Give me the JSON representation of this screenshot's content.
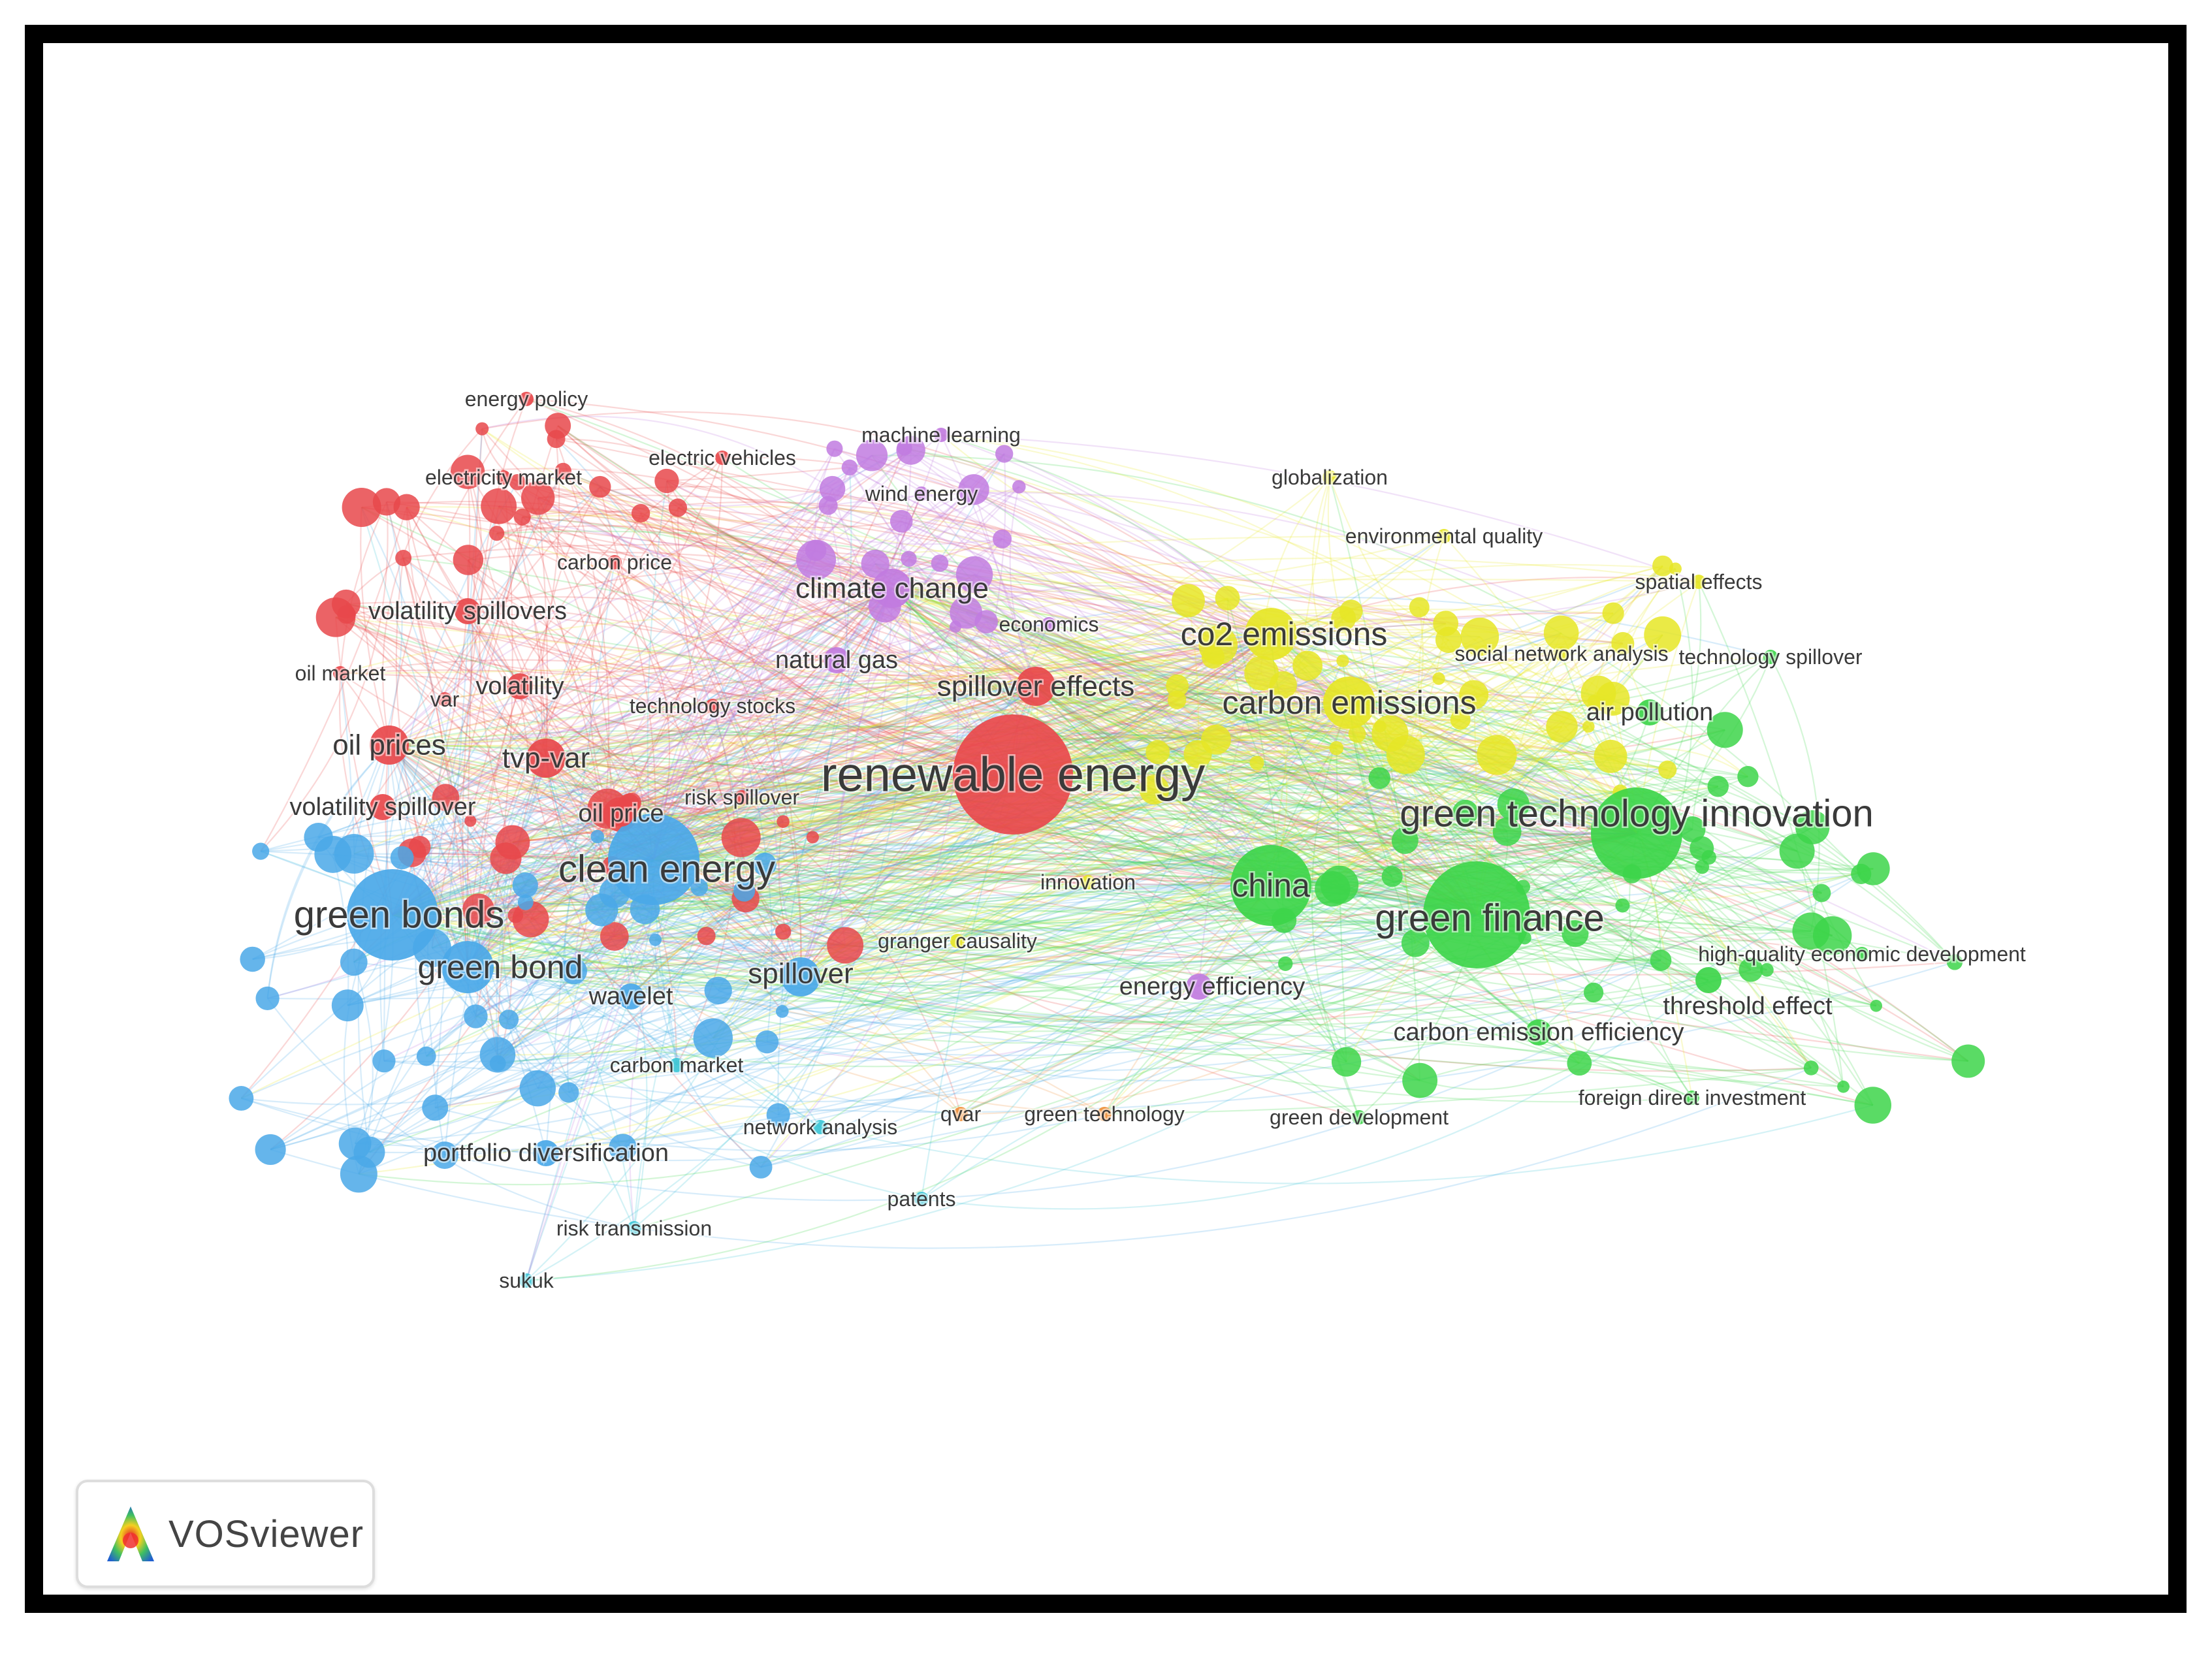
{
  "app": {
    "name": "VOSviewer",
    "logo_icon": "vosviewer-logo-icon"
  },
  "colors": {
    "red": "#e8484b",
    "blue": "#4aa8e8",
    "green": "#3dd54a",
    "yellow": "#e6e626",
    "purple": "#c17be0",
    "orange": "#f0903a",
    "cyan": "#3cc6d6"
  },
  "network": {
    "nodes": [
      {
        "id": "renewable-energy",
        "label": "renewable energy",
        "cluster": "red",
        "weight": 10
      },
      {
        "id": "green-finance",
        "label": "green finance",
        "cluster": "green",
        "weight": 7
      },
      {
        "id": "green-technology-innovation",
        "label": "green technology innovation",
        "cluster": "green",
        "weight": 6
      },
      {
        "id": "green-bonds",
        "label": "green bonds",
        "cluster": "blue",
        "weight": 6
      },
      {
        "id": "clean-energy",
        "label": "clean energy",
        "cluster": "blue",
        "weight": 6
      },
      {
        "id": "china",
        "label": "china",
        "cluster": "green",
        "weight": 5
      },
      {
        "id": "green-bond",
        "label": "green bond",
        "cluster": "blue",
        "weight": 4
      },
      {
        "id": "co2-emissions",
        "label": "co2 emissions",
        "cluster": "yellow",
        "weight": 4
      },
      {
        "id": "carbon-emissions",
        "label": "carbon emissions",
        "cluster": "yellow",
        "weight": 4
      },
      {
        "id": "climate-change",
        "label": "climate change",
        "cluster": "purple",
        "weight": 3
      },
      {
        "id": "spillover-effects",
        "label": "spillover effects",
        "cluster": "red",
        "weight": 3
      },
      {
        "id": "spillover",
        "label": "spillover",
        "cluster": "blue",
        "weight": 3
      },
      {
        "id": "oil-prices",
        "label": "oil prices",
        "cluster": "red",
        "weight": 3
      },
      {
        "id": "tvp-var",
        "label": "tvp-var",
        "cluster": "red",
        "weight": 3
      },
      {
        "id": "volatility",
        "label": "volatility",
        "cluster": "red",
        "weight": 2
      },
      {
        "id": "volatility-spillovers",
        "label": "volatility spillovers",
        "cluster": "red",
        "weight": 2
      },
      {
        "id": "volatility-spillover",
        "label": "volatility spillover",
        "cluster": "red",
        "weight": 2
      },
      {
        "id": "oil-price",
        "label": "oil price",
        "cluster": "red",
        "weight": 2
      },
      {
        "id": "oil-market",
        "label": "oil market",
        "cluster": "red",
        "weight": 1
      },
      {
        "id": "var",
        "label": "var",
        "cluster": "red",
        "weight": 1
      },
      {
        "id": "technology-stocks",
        "label": "technology stocks",
        "cluster": "red",
        "weight": 1
      },
      {
        "id": "risk-spillover",
        "label": "risk spillover",
        "cluster": "red",
        "weight": 1
      },
      {
        "id": "carbon-price",
        "label": "carbon price",
        "cluster": "red",
        "weight": 1
      },
      {
        "id": "electricity-market",
        "label": "electricity market",
        "cluster": "red",
        "weight": 1
      },
      {
        "id": "electric-vehicles",
        "label": "electric vehicles",
        "cluster": "red",
        "weight": 1
      },
      {
        "id": "energy-policy",
        "label": "energy policy",
        "cluster": "red",
        "weight": 1
      },
      {
        "id": "machine-learning",
        "label": "machine learning",
        "cluster": "purple",
        "weight": 1
      },
      {
        "id": "wind-energy",
        "label": "wind energy",
        "cluster": "purple",
        "weight": 1
      },
      {
        "id": "natural-gas",
        "label": "natural gas",
        "cluster": "purple",
        "weight": 2
      },
      {
        "id": "economics",
        "label": "economics",
        "cluster": "purple",
        "weight": 1
      },
      {
        "id": "energy-efficiency",
        "label": "energy efficiency",
        "cluster": "purple",
        "weight": 2
      },
      {
        "id": "globalization",
        "label": "globalization",
        "cluster": "yellow",
        "weight": 1
      },
      {
        "id": "environmental-quality",
        "label": "environmental quality",
        "cluster": "yellow",
        "weight": 1
      },
      {
        "id": "spatial-effects",
        "label": "spatial effects",
        "cluster": "yellow",
        "weight": 1
      },
      {
        "id": "social-network-analysis",
        "label": "social network analysis",
        "cluster": "yellow",
        "weight": 1
      },
      {
        "id": "technology-spillover",
        "label": "technology spillover",
        "cluster": "green",
        "weight": 1
      },
      {
        "id": "air-pollution",
        "label": "air pollution",
        "cluster": "green",
        "weight": 2
      },
      {
        "id": "innovation",
        "label": "innovation",
        "cluster": "yellow",
        "weight": 1
      },
      {
        "id": "granger-causality",
        "label": "granger causality",
        "cluster": "yellow",
        "weight": 1
      },
      {
        "id": "high-quality-economic-development",
        "label": "high-quality economic development",
        "cluster": "green",
        "weight": 1
      },
      {
        "id": "threshold-effect",
        "label": "threshold effect",
        "cluster": "green",
        "weight": 2
      },
      {
        "id": "carbon-emission-efficiency",
        "label": "carbon emission efficiency",
        "cluster": "green",
        "weight": 2
      },
      {
        "id": "foreign-direct-investment",
        "label": "foreign direct investment",
        "cluster": "green",
        "weight": 1
      },
      {
        "id": "green-development",
        "label": "green development",
        "cluster": "green",
        "weight": 1
      },
      {
        "id": "green-technology",
        "label": "green technology",
        "cluster": "orange",
        "weight": 1
      },
      {
        "id": "qvar",
        "label": "qvar",
        "cluster": "orange",
        "weight": 1
      },
      {
        "id": "patents",
        "label": "patents",
        "cluster": "cyan",
        "weight": 1
      },
      {
        "id": "network-analysis",
        "label": "network analysis",
        "cluster": "cyan",
        "weight": 1
      },
      {
        "id": "carbon-market",
        "label": "carbon market",
        "cluster": "cyan",
        "weight": 1
      },
      {
        "id": "wavelet",
        "label": "wavelet",
        "cluster": "blue",
        "weight": 2
      },
      {
        "id": "portfolio-diversification",
        "label": "portfolio diversification",
        "cluster": "blue",
        "weight": 2
      },
      {
        "id": "risk-transmission",
        "label": "risk transmission",
        "cluster": "cyan",
        "weight": 1
      },
      {
        "id": "sukuk",
        "label": "sukuk",
        "cluster": "cyan",
        "weight": 1
      }
    ]
  }
}
